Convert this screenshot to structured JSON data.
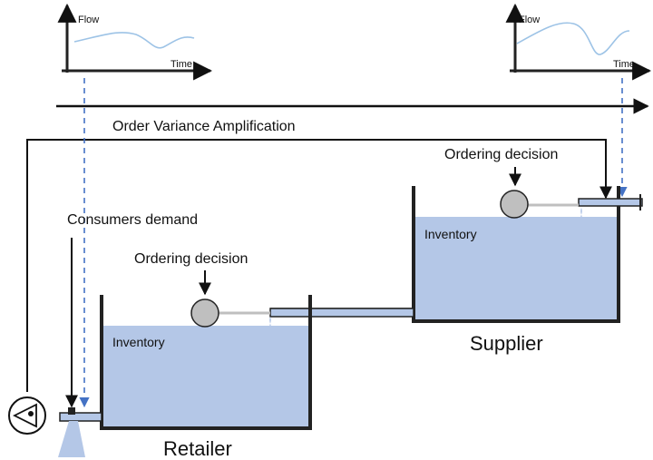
{
  "charts": [
    {
      "y_axis_label": "Flow",
      "x_axis_label": "Time",
      "curve": "low-variance"
    },
    {
      "y_axis_label": "Flow",
      "x_axis_label": "Time",
      "curve": "high-variance"
    }
  ],
  "labels": {
    "amplification": "Order Variance Amplification",
    "consumers_demand": "Consumers demand",
    "retailer_ordering_decision": "Ordering decision",
    "supplier_ordering_decision": "Ordering decision",
    "retailer_inventory": "Inventory",
    "supplier_inventory": "Inventory",
    "retailer": "Retailer",
    "supplier": "Supplier"
  },
  "colors": {
    "water": "#b4c7e7",
    "curve": "#9dc3e6",
    "dashed_link": "#4472c4",
    "outline": "#222222",
    "valve": "#bfbfbf"
  },
  "icons": [
    "observer-eye-icon",
    "valve-knob-icon"
  ]
}
